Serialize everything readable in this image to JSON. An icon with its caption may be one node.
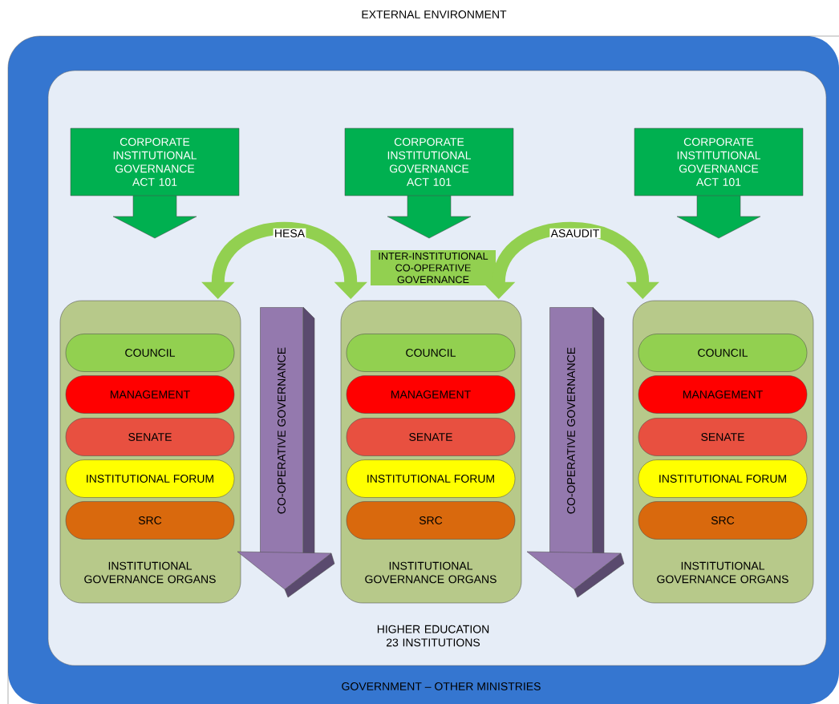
{
  "diagram": {
    "nodes": [
      {
        "text": [
          "GOVERNMENT – OTHER MINISTRIES"
        ]
      },
      {
        "text": [
          "HIGHER EDUCATION 23 INSTITUTIONS"
        ],
        "in": 0
      },
      {
        "text": [
          "CORPORATE INSTITUTIONAL GOVERNANCE ACT 101"
        ],
        "in": 1
      },
      {
        "text": [
          "CORPORATE INSTITUTIONAL GOVERNANCE ACT 101"
        ],
        "in": 1
      },
      {
        "text": [
          "CORPORATE INSTITUTIONAL GOVERNANCE ACT 101"
        ],
        "in": 1
      },
      {
        "text": [
          "INTER-INSTITUTIONAL CO-OPERATIVE GOVERNANCE"
        ],
        "in": 1
      },
      {
        "text": [
          "INSTITUTIONAL GOVERNANCE ORGANS"
        ],
        "in": 1
      },
      {
        "text": [
          "COUNCIL"
        ],
        "in": 6
      },
      {
        "text": [
          "MANAGEMENT"
        ],
        "in": 6
      },
      {
        "text": [
          "SENATE"
        ],
        "in": 6
      },
      {
        "text": [
          "INSTITUTIONAL FORUM"
        ],
        "in": 6
      },
      {
        "text": [
          "SRC"
        ],
        "in": 6
      },
      {
        "text": [
          "CO-OPERATIVE GOVERNANCE"
        ],
        "in": 1
      },
      {
        "text": [
          "INSTITUTIONAL GOVERNANCE ORGANS"
        ],
        "in": 1
      },
      {
        "text": [
          "COUNCIL"
        ],
        "in": 13
      },
      {
        "text": [
          "MANAGEMENT"
        ],
        "in": 13
      },
      {
        "text": [
          "SENATE"
        ],
        "in": 13
      },
      {
        "text": [
          "INSTITUTIONAL FORUM"
        ],
        "in": 13
      },
      {
        "text": [
          "SRC"
        ],
        "in": 13
      },
      {
        "text": [
          "CO-OPERATIVE GOVERNANCE"
        ],
        "in": 1
      },
      {
        "text": [
          "INSTITUTIONAL GOVERNANCE ORGANS"
        ],
        "in": 1
      },
      {
        "text": [
          "COUNCIL"
        ],
        "in": 20
      },
      {
        "text": [
          "MANAGEMENT"
        ],
        "in": 20
      },
      {
        "text": [
          "SENATE"
        ],
        "in": 20
      },
      {
        "text": [
          "INSTITUTIONAL FORUM"
        ],
        "in": 20
      },
      {
        "text": [
          "SRC"
        ],
        "in": 20
      }
    ],
    "edges": [
      {
        "from": 6,
        "to": 13,
        "arrow": "both",
        "label": "HESA"
      },
      {
        "from": 13,
        "to": 20,
        "arrow": "both",
        "label": "ASAUDIT"
      }
    ],
    "labels": [
      "EXTERNAL ENVIRONMENT"
    ]
  }
}
